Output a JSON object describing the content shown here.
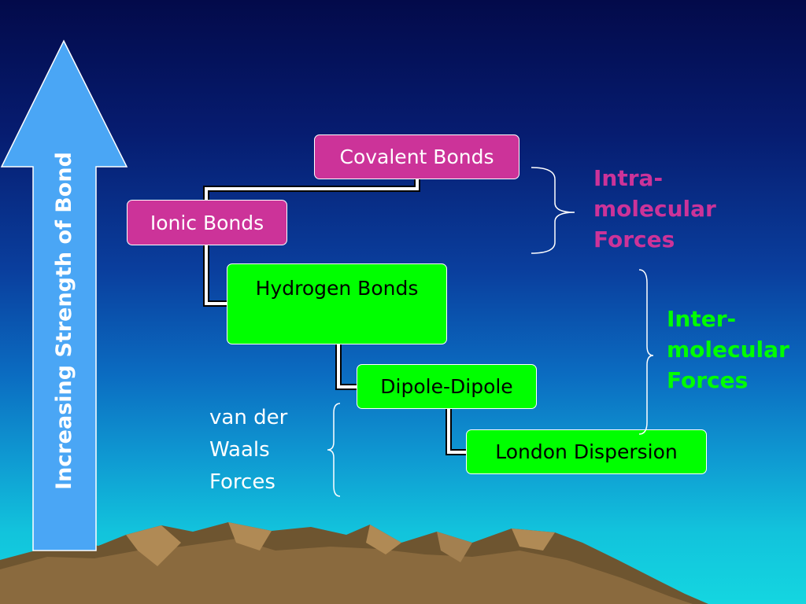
{
  "arrow": {
    "label": "Increasing Strength of Bond",
    "color": "#4aa6f5"
  },
  "boxes": {
    "covalent": "Covalent Bonds",
    "ionic": "Ionic Bonds",
    "hydrogen": "Hydrogen Bonds",
    "dipole": "Dipole-Dipole",
    "london": "London Dispersion"
  },
  "groups": {
    "intra": {
      "lines": [
        "Intra-",
        "molecular",
        "Forces"
      ],
      "color": "#cc3399"
    },
    "inter": {
      "lines": [
        "Inter-",
        "molecular",
        "Forces"
      ],
      "color": "#00ff00"
    },
    "vdw": {
      "lines": [
        "van der",
        "Waals",
        "Forces"
      ],
      "color": "#ffffff"
    }
  },
  "colors": {
    "pink_box": "#cc3399",
    "green_box": "#00ff00"
  }
}
